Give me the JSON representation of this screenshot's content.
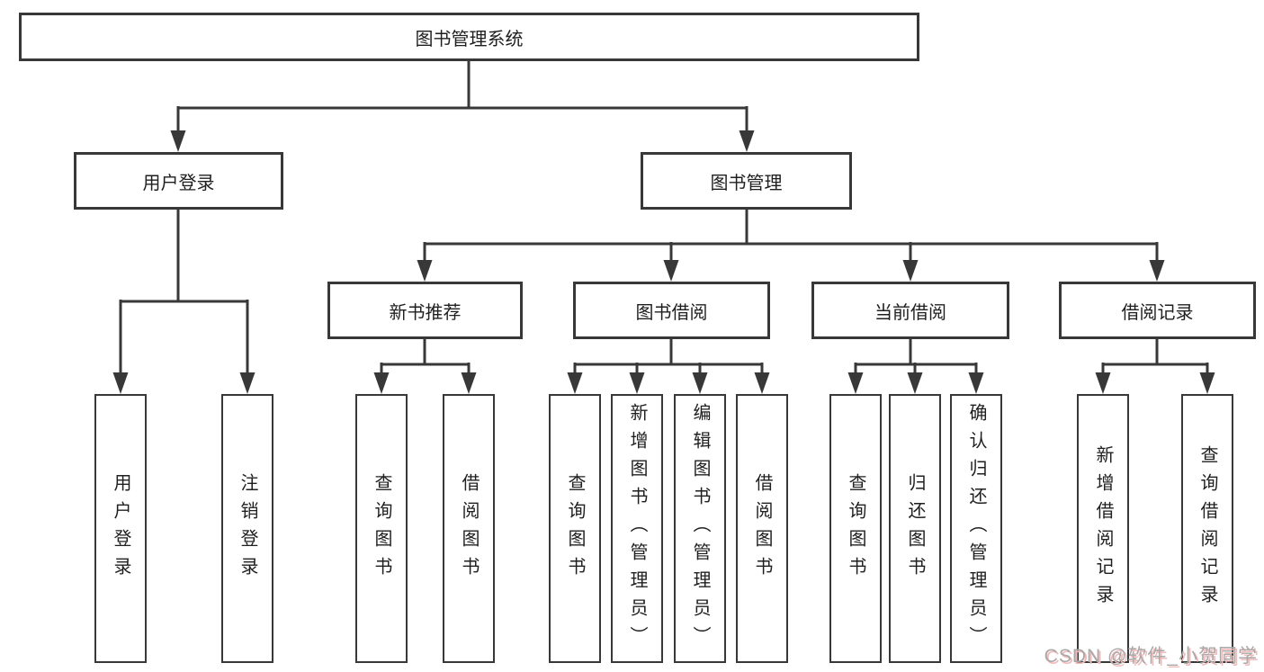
{
  "diagram": {
    "root": {
      "label": "图书管理系统"
    },
    "children": [
      {
        "label": "用户登录",
        "children": [
          {
            "label": "用户登录"
          },
          {
            "label": "注销登录"
          }
        ]
      },
      {
        "label": "图书管理",
        "children": [
          {
            "label": "新书推荐",
            "children": [
              {
                "label": "查询图书"
              },
              {
                "label": "借阅图书"
              }
            ]
          },
          {
            "label": "图书借阅",
            "children": [
              {
                "label": "查询图书"
              },
              {
                "label": "新增图书（管理员）"
              },
              {
                "label": "编辑图书（管理员）"
              },
              {
                "label": "借阅图书"
              }
            ]
          },
          {
            "label": "当前借阅",
            "children": [
              {
                "label": "查询图书"
              },
              {
                "label": "归还图书"
              },
              {
                "label": "确认归还（管理员）"
              }
            ]
          },
          {
            "label": "借阅记录",
            "children": [
              {
                "label": "新增借阅记录"
              },
              {
                "label": "查询借阅记录"
              }
            ]
          }
        ]
      }
    ]
  },
  "colors": {
    "line": "#383838",
    "box_border": "#383838",
    "text": "#1f1f1f",
    "watermark_text": "#a8a8a8",
    "watermark_shadow": "#f2b9b9"
  },
  "watermark": "CSDN @软件_小贺同学"
}
